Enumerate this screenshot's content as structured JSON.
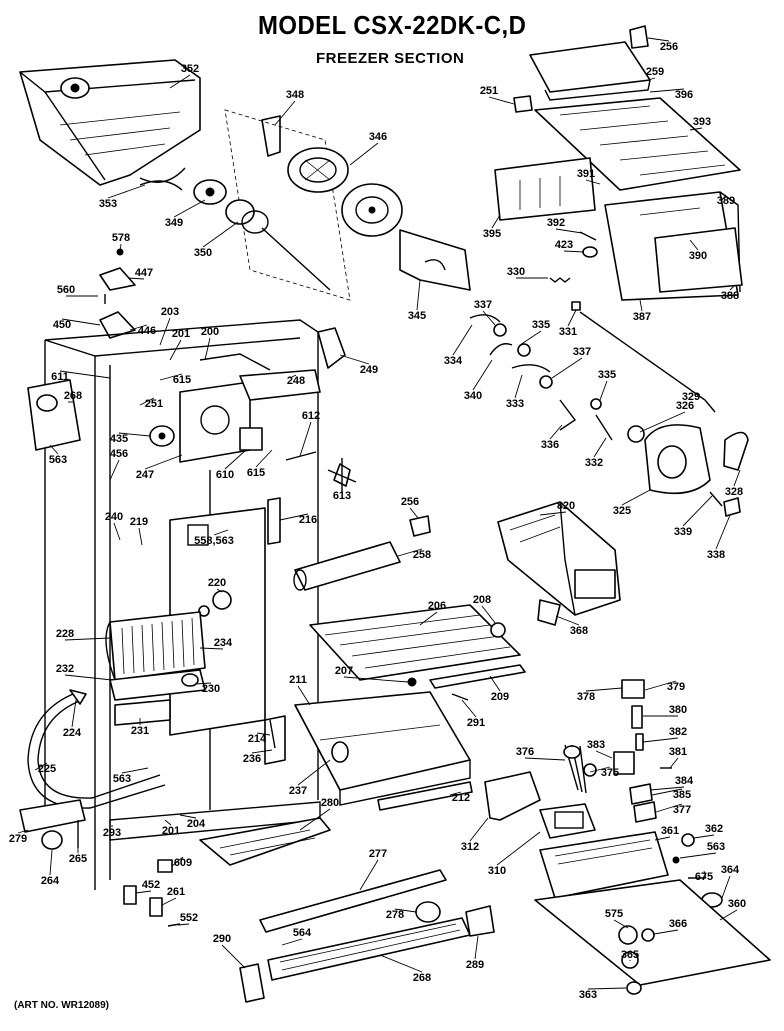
{
  "header": {
    "title": "MODEL CSX-22DK-C,D",
    "subtitle": "FREEZER SECTION"
  },
  "footer": {
    "art_no": "(ART NO. WR12089)"
  },
  "parts": [
    {
      "id": "p352",
      "label": "352"
    },
    {
      "id": "p348",
      "label": "348"
    },
    {
      "id": "p346",
      "label": "346"
    },
    {
      "id": "p353",
      "label": "353"
    },
    {
      "id": "p349",
      "label": "349"
    },
    {
      "id": "p350",
      "label": "350"
    },
    {
      "id": "p578",
      "label": "578"
    },
    {
      "id": "p447",
      "label": "447"
    },
    {
      "id": "p560",
      "label": "560"
    },
    {
      "id": "p450",
      "label": "450"
    },
    {
      "id": "p446",
      "label": "446"
    },
    {
      "id": "p203",
      "label": "203"
    },
    {
      "id": "p201a",
      "label": "201"
    },
    {
      "id": "p200",
      "label": "200"
    },
    {
      "id": "p611",
      "label": "611"
    },
    {
      "id": "p615a",
      "label": "615"
    },
    {
      "id": "p248",
      "label": "248"
    },
    {
      "id": "p249",
      "label": "249"
    },
    {
      "id": "p268",
      "label": "268"
    },
    {
      "id": "p251a",
      "label": "251"
    },
    {
      "id": "p563a",
      "label": "563"
    },
    {
      "id": "p435",
      "label": "435"
    },
    {
      "id": "p456",
      "label": "456"
    },
    {
      "id": "p247",
      "label": "247"
    },
    {
      "id": "p610",
      "label": "610"
    },
    {
      "id": "p615b",
      "label": "615"
    },
    {
      "id": "p612",
      "label": "612"
    },
    {
      "id": "p613",
      "label": "613"
    },
    {
      "id": "p240",
      "label": "240"
    },
    {
      "id": "p219",
      "label": "219"
    },
    {
      "id": "p216",
      "label": "216"
    },
    {
      "id": "p558",
      "label": "558,563"
    },
    {
      "id": "p220",
      "label": "220"
    },
    {
      "id": "p228",
      "label": "228"
    },
    {
      "id": "p234",
      "label": "234"
    },
    {
      "id": "p232",
      "label": "232"
    },
    {
      "id": "p230",
      "label": "230"
    },
    {
      "id": "p224",
      "label": "224"
    },
    {
      "id": "p231",
      "label": "231"
    },
    {
      "id": "p214",
      "label": "214"
    },
    {
      "id": "p236",
      "label": "236"
    },
    {
      "id": "p225",
      "label": "225"
    },
    {
      "id": "p563b",
      "label": "563"
    },
    {
      "id": "p237",
      "label": "237"
    },
    {
      "id": "p280",
      "label": "280"
    },
    {
      "id": "p279",
      "label": "279"
    },
    {
      "id": "p204",
      "label": "204"
    },
    {
      "id": "p293",
      "label": "293"
    },
    {
      "id": "p201b",
      "label": "201"
    },
    {
      "id": "p265",
      "label": "265"
    },
    {
      "id": "p264",
      "label": "264"
    },
    {
      "id": "p609",
      "label": "609"
    },
    {
      "id": "p452",
      "label": "452"
    },
    {
      "id": "p261",
      "label": "261"
    },
    {
      "id": "p552",
      "label": "552"
    },
    {
      "id": "p290",
      "label": "290"
    },
    {
      "id": "p564",
      "label": "564"
    },
    {
      "id": "p277",
      "label": "277"
    },
    {
      "id": "p278",
      "label": "278"
    },
    {
      "id": "p268b",
      "label": "268"
    },
    {
      "id": "p289",
      "label": "289"
    },
    {
      "id": "p256a",
      "label": "256"
    },
    {
      "id": "p259",
      "label": "259"
    },
    {
      "id": "p251b",
      "label": "251"
    },
    {
      "id": "p396",
      "label": "396"
    },
    {
      "id": "p393",
      "label": "393"
    },
    {
      "id": "p391",
      "label": "391"
    },
    {
      "id": "p389",
      "label": "389"
    },
    {
      "id": "p395",
      "label": "395"
    },
    {
      "id": "p392",
      "label": "392"
    },
    {
      "id": "p423",
      "label": "423"
    },
    {
      "id": "p390",
      "label": "390"
    },
    {
      "id": "p330",
      "label": "330"
    },
    {
      "id": "p388",
      "label": "388"
    },
    {
      "id": "p387",
      "label": "387"
    },
    {
      "id": "p345",
      "label": "345"
    },
    {
      "id": "p337a",
      "label": "337"
    },
    {
      "id": "p331",
      "label": "331"
    },
    {
      "id": "p335a",
      "label": "335"
    },
    {
      "id": "p334",
      "label": "334"
    },
    {
      "id": "p337b",
      "label": "337"
    },
    {
      "id": "p340",
      "label": "340"
    },
    {
      "id": "p333",
      "label": "333"
    },
    {
      "id": "p329",
      "label": "329"
    },
    {
      "id": "p335b",
      "label": "335"
    },
    {
      "id": "p336",
      "label": "336"
    },
    {
      "id": "p326",
      "label": "326"
    },
    {
      "id": "p332",
      "label": "332"
    },
    {
      "id": "p325",
      "label": "325"
    },
    {
      "id": "p328",
      "label": "328"
    },
    {
      "id": "p256b",
      "label": "256"
    },
    {
      "id": "p820",
      "label": "820"
    },
    {
      "id": "p339",
      "label": "339"
    },
    {
      "id": "p338",
      "label": "338"
    },
    {
      "id": "p258",
      "label": "258"
    },
    {
      "id": "p206",
      "label": "206"
    },
    {
      "id": "p208",
      "label": "208"
    },
    {
      "id": "p368",
      "label": "368"
    },
    {
      "id": "p211",
      "label": "211"
    },
    {
      "id": "p207",
      "label": "207"
    },
    {
      "id": "p209",
      "label": "209"
    },
    {
      "id": "p291",
      "label": "291"
    },
    {
      "id": "p378",
      "label": "378"
    },
    {
      "id": "p379",
      "label": "379"
    },
    {
      "id": "p380",
      "label": "380"
    },
    {
      "id": "p382",
      "label": "382"
    },
    {
      "id": "p381",
      "label": "381"
    },
    {
      "id": "p376",
      "label": "376"
    },
    {
      "id": "p383",
      "label": "383"
    },
    {
      "id": "p375",
      "label": "375"
    },
    {
      "id": "p384",
      "label": "384"
    },
    {
      "id": "p385a",
      "label": "385"
    },
    {
      "id": "p377",
      "label": "377"
    },
    {
      "id": "p212",
      "label": "212"
    },
    {
      "id": "p312",
      "label": "312"
    },
    {
      "id": "p361",
      "label": "361"
    },
    {
      "id": "p362",
      "label": "362"
    },
    {
      "id": "p563c",
      "label": "563"
    },
    {
      "id": "p310",
      "label": "310"
    },
    {
      "id": "p675",
      "label": "675"
    },
    {
      "id": "p364",
      "label": "364"
    },
    {
      "id": "p360",
      "label": "360"
    },
    {
      "id": "p575",
      "label": "575"
    },
    {
      "id": "p366",
      "label": "366"
    },
    {
      "id": "p365",
      "label": "365"
    },
    {
      "id": "p363",
      "label": "363"
    }
  ]
}
